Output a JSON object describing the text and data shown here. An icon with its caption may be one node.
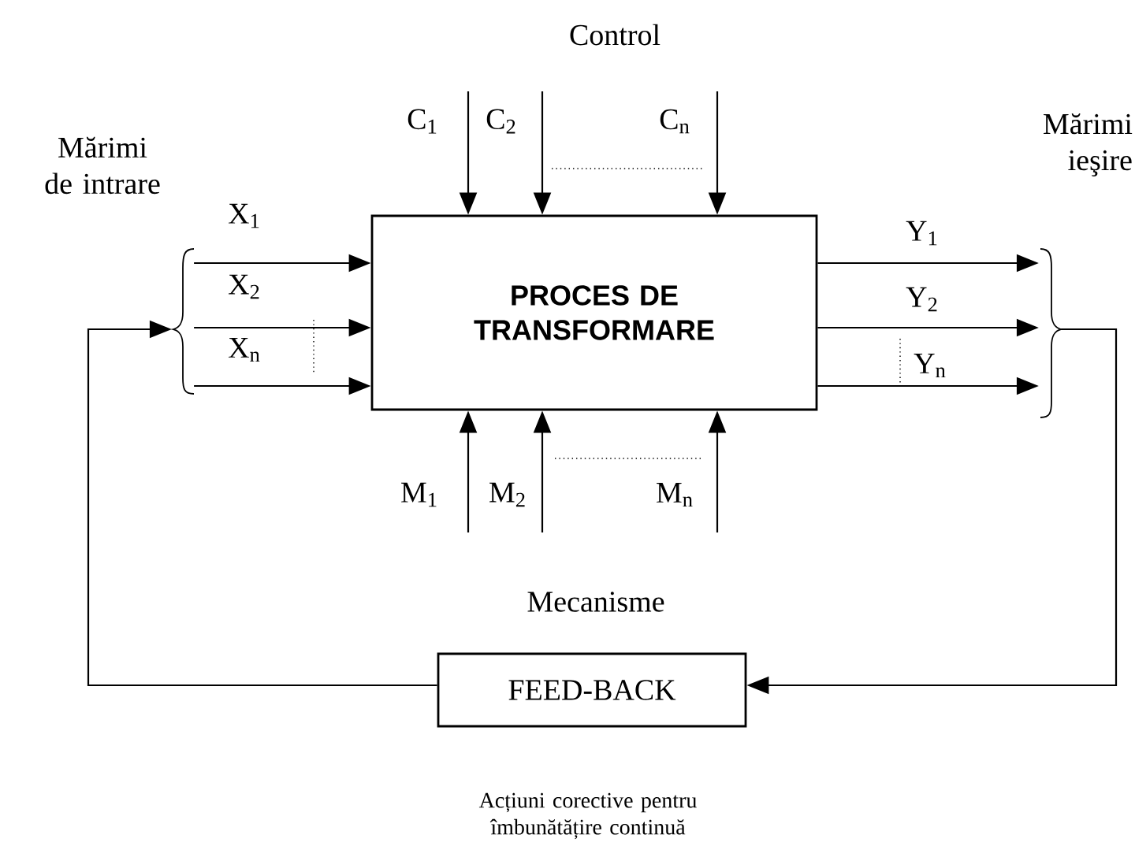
{
  "diagram": {
    "nodes": [
      {
        "text": [
          "PROCES DE TRANSFORMARE"
        ]
      },
      {
        "text": [
          "FEED-BACK"
        ]
      },
      {
        "text": [],
        "shape": "brace"
      },
      {
        "text": [],
        "shape": "brace"
      }
    ],
    "edges": [
      {
        "from": null,
        "to": 0,
        "arrow": "to",
        "label": "C$_{1}$"
      },
      {
        "from": null,
        "to": 0,
        "arrow": "to",
        "label": "C$_{2}$"
      },
      {
        "from": null,
        "to": 0,
        "arrow": "to",
        "label": "C$_{n}$"
      },
      {
        "from": 2,
        "to": 0,
        "arrow": "to",
        "label": "X$_{1}$"
      },
      {
        "from": 2,
        "to": 0,
        "arrow": "to",
        "label": "X$_{2}$"
      },
      {
        "from": 2,
        "to": 0,
        "arrow": "to",
        "label": "X$_{n}$"
      },
      {
        "from": 0,
        "to": 3,
        "arrow": "to",
        "label": "Y$_{1}$"
      },
      {
        "from": 0,
        "to": 3,
        "arrow": "to",
        "label": "Y$_{2}$"
      },
      {
        "from": 0,
        "to": 3,
        "arrow": "to",
        "label": "Y$_{n}$"
      },
      {
        "from": null,
        "to": 0,
        "arrow": "to",
        "label": "M$_{1}$"
      },
      {
        "from": null,
        "to": 0,
        "arrow": "to",
        "label": "M$_{2}$"
      },
      {
        "from": null,
        "to": 0,
        "arrow": "to",
        "label": "M$_{n}$"
      },
      {
        "from": 3,
        "to": 1,
        "arrow": "to"
      },
      {
        "from": 1,
        "to": 2,
        "arrow": "to"
      }
    ],
    "labels": [
      "Control",
      "Mărimi de intrare",
      "Mărimi ieşire",
      "Mecanisme",
      "Acțiuni corective pentru îmbunătățire continuă"
    ]
  }
}
